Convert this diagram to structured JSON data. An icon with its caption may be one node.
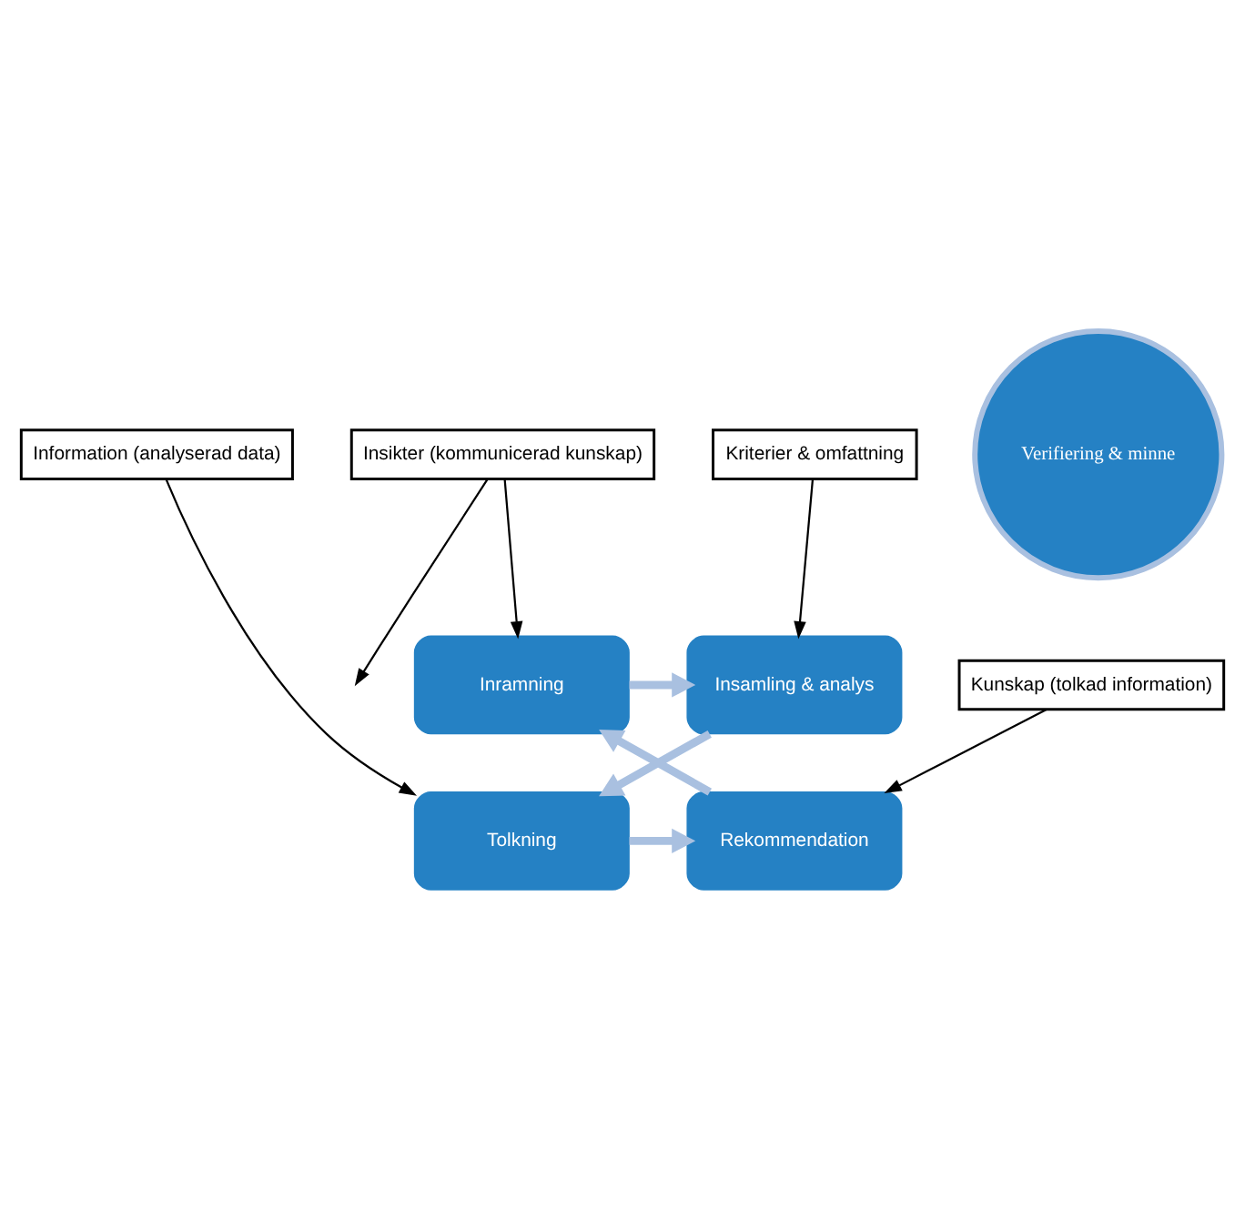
{
  "diagram": {
    "nodes": [
      {
        "text": [
          "Inramning"
        ]
      },
      {
        "text": [
          "Insamling & analys"
        ]
      },
      {
        "text": [
          "Tolkning"
        ]
      },
      {
        "text": [
          "Rekommendation"
        ]
      },
      {
        "text": [
          "Verifiering & minne"
        ]
      },
      {
        "text": [
          "Kriterier & omfattning"
        ]
      },
      {
        "text": [
          "Information (analyserad data)"
        ]
      },
      {
        "text": [
          "Insikter (kommunicerad kunskap)"
        ]
      },
      {
        "text": [
          "Kunskap (tolkad information)"
        ]
      }
    ],
    "edges": [
      {
        "from": 0,
        "to": 1,
        "arrow": "to",
        "style": "thick",
        "color": "#a9c0e0"
      },
      {
        "from": 1,
        "to": 2,
        "arrow": "to",
        "style": "thick",
        "color": "#a9c0e0"
      },
      {
        "from": 2,
        "to": 3,
        "arrow": "to",
        "style": "thick",
        "color": "#a9c0e0"
      },
      {
        "from": 3,
        "to": 0,
        "arrow": "to",
        "style": "thick",
        "color": "#a9c0e0"
      },
      {
        "from": 5,
        "to": 1,
        "arrow": "to"
      },
      {
        "from": 6,
        "to": 2,
        "arrow": "to"
      },
      {
        "from": 8,
        "to": 3,
        "arrow": "to"
      },
      {
        "from": 7,
        "to": 0,
        "arrow": "to"
      },
      {
        "from": 7,
        "to": null,
        "arrow": "to"
      }
    ]
  }
}
